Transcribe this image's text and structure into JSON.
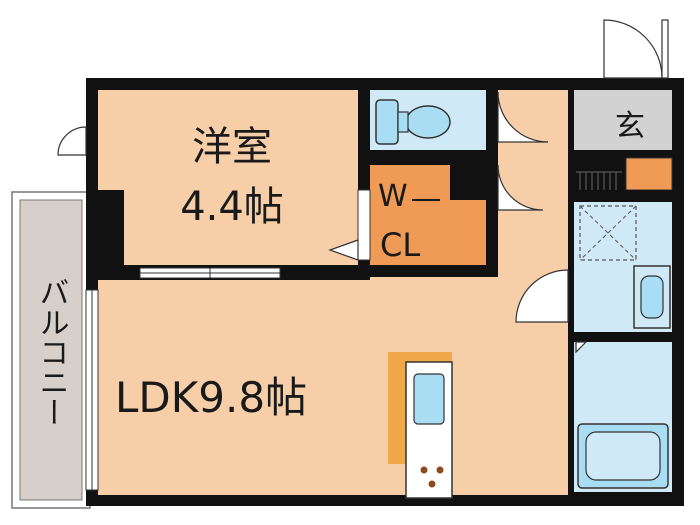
{
  "rooms": {
    "western_room": {
      "name": "洋室",
      "size": "4.4帖"
    },
    "walk_in_closet": {
      "line1": "W",
      "line2": "CL"
    },
    "ldk": {
      "label": "LDK9.8帖"
    },
    "entrance": {
      "label": "玄"
    },
    "balcony": {
      "label": "バルコニー"
    }
  },
  "colors": {
    "wall": "#111111",
    "room_floor": "#f6cfa8",
    "closet": "#ef9b56",
    "wet_area": "#cfe9f7",
    "fixture": "#a9ddf3",
    "entrance_floor": "#d2d2d2",
    "balcony": "#d7cfca",
    "kitchen_counter": "#f0a848"
  }
}
